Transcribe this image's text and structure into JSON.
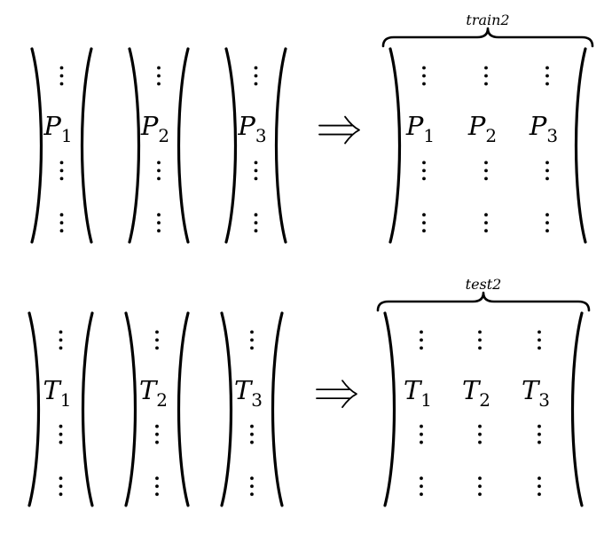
{
  "rows": [
    {
      "id": "train",
      "inputs": [
        {
          "letter": "P",
          "sub": "1"
        },
        {
          "letter": "P",
          "sub": "2"
        },
        {
          "letter": "P",
          "sub": "3"
        }
      ],
      "arrow": "⟹",
      "output_label": "train2",
      "output_columns": [
        {
          "letter": "P",
          "sub": "1"
        },
        {
          "letter": "P",
          "sub": "2"
        },
        {
          "letter": "P",
          "sub": "3"
        }
      ]
    },
    {
      "id": "test",
      "inputs": [
        {
          "letter": "T",
          "sub": "1"
        },
        {
          "letter": "T",
          "sub": "2"
        },
        {
          "letter": "T",
          "sub": "3"
        }
      ],
      "arrow": "⟹",
      "output_label": "test2",
      "output_columns": [
        {
          "letter": "T",
          "sub": "1"
        },
        {
          "letter": "T",
          "sub": "2"
        },
        {
          "letter": "T",
          "sub": "3"
        }
      ]
    }
  ]
}
